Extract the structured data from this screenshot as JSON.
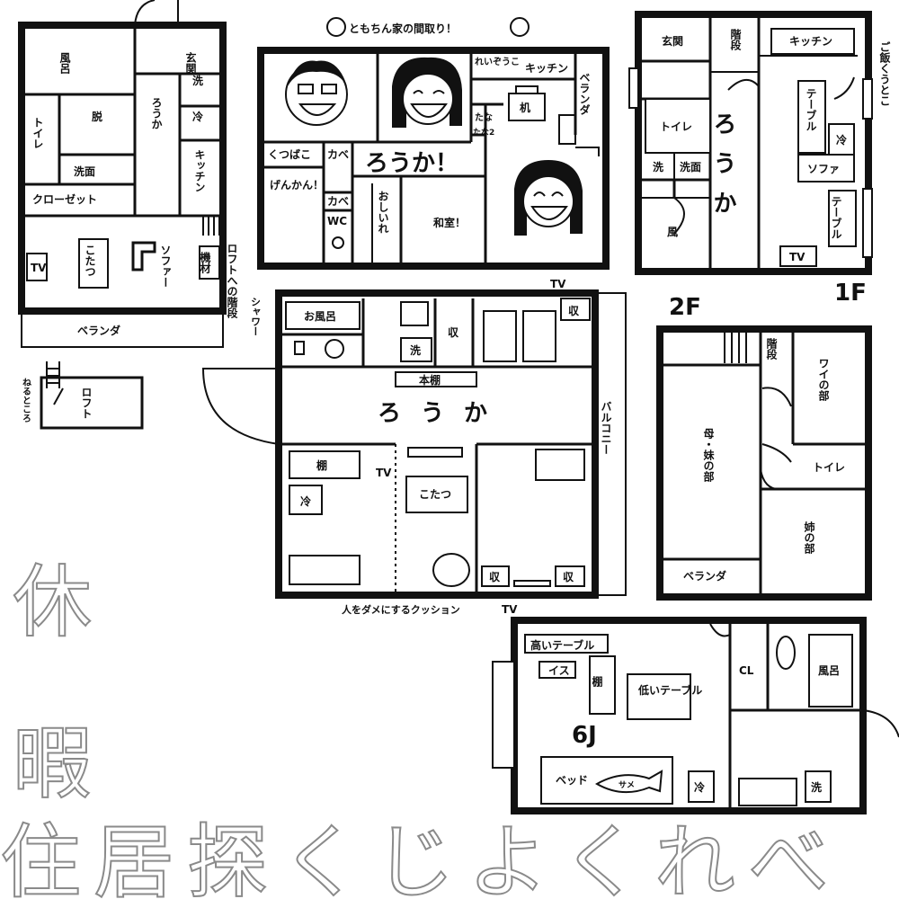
{
  "title": "ともちん家の間取り！",
  "plan1": {
    "rooms": [
      "玄関",
      "風呂",
      "洗",
      "冷",
      "ろうか",
      "脱",
      "トイレ",
      "洗面",
      "キッチン",
      "クローゼット",
      "ソファー",
      "こたつ",
      "TV",
      "機材",
      "ベランダ"
    ],
    "note": "ロフトへの階段"
  },
  "loft": {
    "label": "ロフト",
    "note": "ねるところ"
  },
  "plan2": {
    "rooms": [
      "れいぞうこ",
      "キッチン",
      "ベランダ",
      "机",
      "たな",
      "たな2",
      "くつばこ",
      "カベ",
      "ろうか！",
      "げんかん！",
      "カベ",
      "WC",
      "おしいれ",
      "和室！"
    ]
  },
  "plan3": {
    "floor1": "1F",
    "floor2": "2F",
    "rooms1f": [
      "玄関",
      "階段",
      "キッチン",
      "ご飯くうとこ",
      "テーブル",
      "トイレ",
      "冷",
      "洗",
      "洗面",
      "ソファ",
      "風",
      "テーブル",
      "TV",
      "ろうか"
    ],
    "rooms2f": [
      "階段",
      "ワイの部",
      "母・妹の部",
      "トイレ",
      "姉の部",
      "ベランダ"
    ]
  },
  "plan4": {
    "rooms": [
      "お風呂",
      "シャワー",
      "洗",
      "収",
      "収",
      "本棚",
      "ろうか",
      "バルコニー",
      "棚",
      "冷",
      "こたつ",
      "収",
      "収"
    ],
    "tv": "TV",
    "cushion": "人をダメにするクッション"
  },
  "plan5": {
    "rooms": [
      "高いテーブル",
      "イス",
      "棚",
      "低いテーブル",
      "ベッド",
      "サメ",
      "冷",
      "CL",
      "風呂",
      "洗",
      "6J"
    ]
  },
  "ghost": {
    "vertical": "休暇",
    "bottom": "住居探くじよくれべ"
  }
}
